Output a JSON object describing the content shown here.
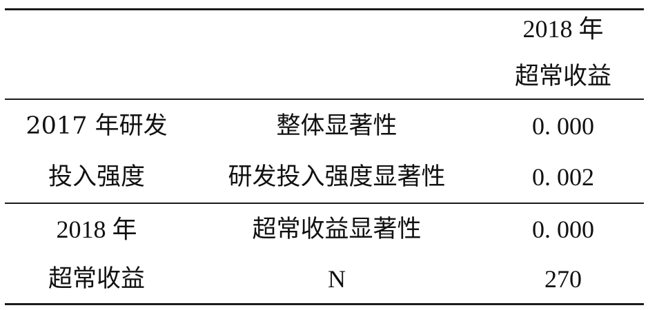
{
  "table": {
    "header": {
      "col3_line1": "2018 年",
      "col3_line2": "超常收益"
    },
    "groups": [
      {
        "label_line1": "2017 年研发",
        "label_line2": "投入强度",
        "rows": [
          {
            "metric": "整体显著性",
            "value": "0. 000"
          },
          {
            "metric": "研发投入强度显著性",
            "value": "0. 002"
          }
        ]
      },
      {
        "label_line1": "2018 年",
        "label_line2": "超常收益",
        "rows": [
          {
            "metric": "超常收益显著性",
            "value": "0. 000"
          },
          {
            "metric": "N",
            "value": "270"
          }
        ]
      }
    ]
  }
}
